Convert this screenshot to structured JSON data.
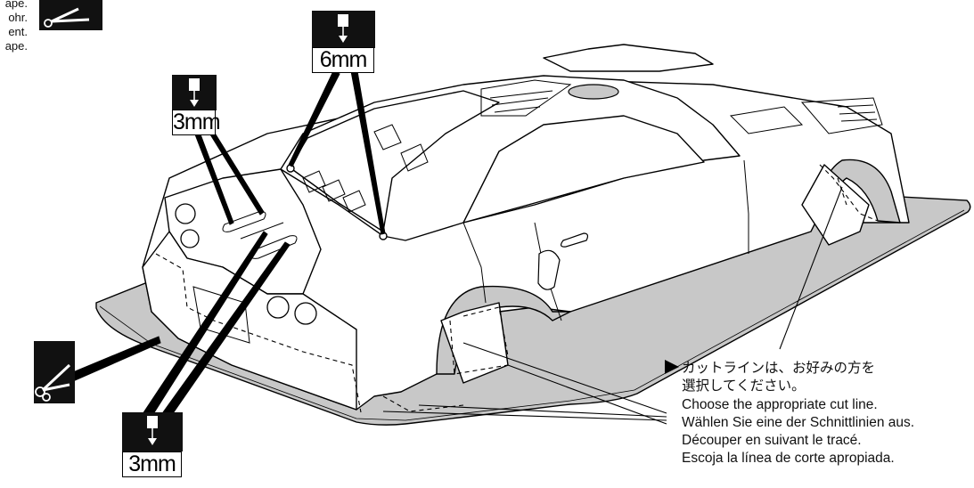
{
  "top_note": {
    "lines": [
      "ape.",
      "ohr.",
      "ent.",
      "ape."
    ]
  },
  "drill_labels": {
    "hood_left": "3mm",
    "roof": "6mm",
    "bumper": "3mm"
  },
  "cut_note": {
    "lines": [
      "カットラインは、お好みの方を",
      "選択してください。",
      "Choose the appropriate cut line.",
      "Wählen Sie eine der Schnittlinien aus.",
      "Découper en suivant le tracé.",
      "Escoja la línea de corte apropiada."
    ]
  },
  "colors": {
    "tray_fill": "#c8c8c8",
    "line": "#000000",
    "icon_bg": "#111111"
  }
}
